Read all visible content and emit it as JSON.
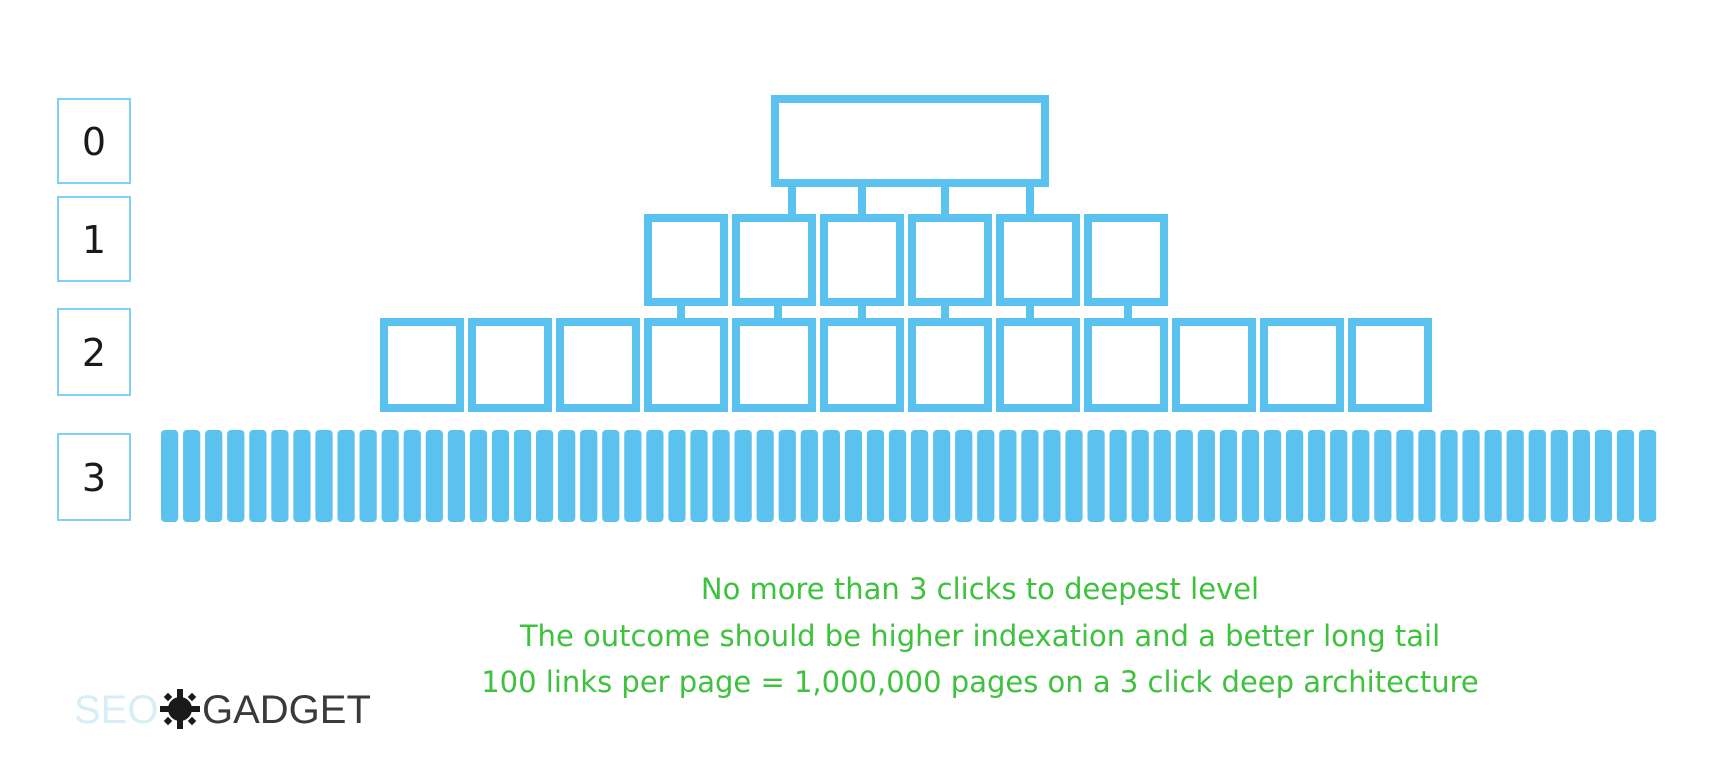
{
  "levels": [
    {
      "label": "0",
      "node_count": 1
    },
    {
      "label": "1",
      "node_count": 6
    },
    {
      "label": "2",
      "node_count": 12
    },
    {
      "label": "3",
      "node_count": 68
    }
  ],
  "captions": [
    "No more than 3 clicks to deepest level",
    "The outcome should be higher indexation and a better long tail",
    "100 links per page = 1,000,000 pages on a 3 click deep architecture"
  ],
  "logo": {
    "part1": "SEO",
    "part2": "GADGET",
    "icon": "gadget-logo-icon"
  },
  "colors": {
    "node_stroke": "#5bc1ef",
    "caption_text": "#3ec23e",
    "level_box_border": "#7fd0f2",
    "logo_seo": "#d8eef7",
    "logo_gadget": "#3a3a3a"
  }
}
